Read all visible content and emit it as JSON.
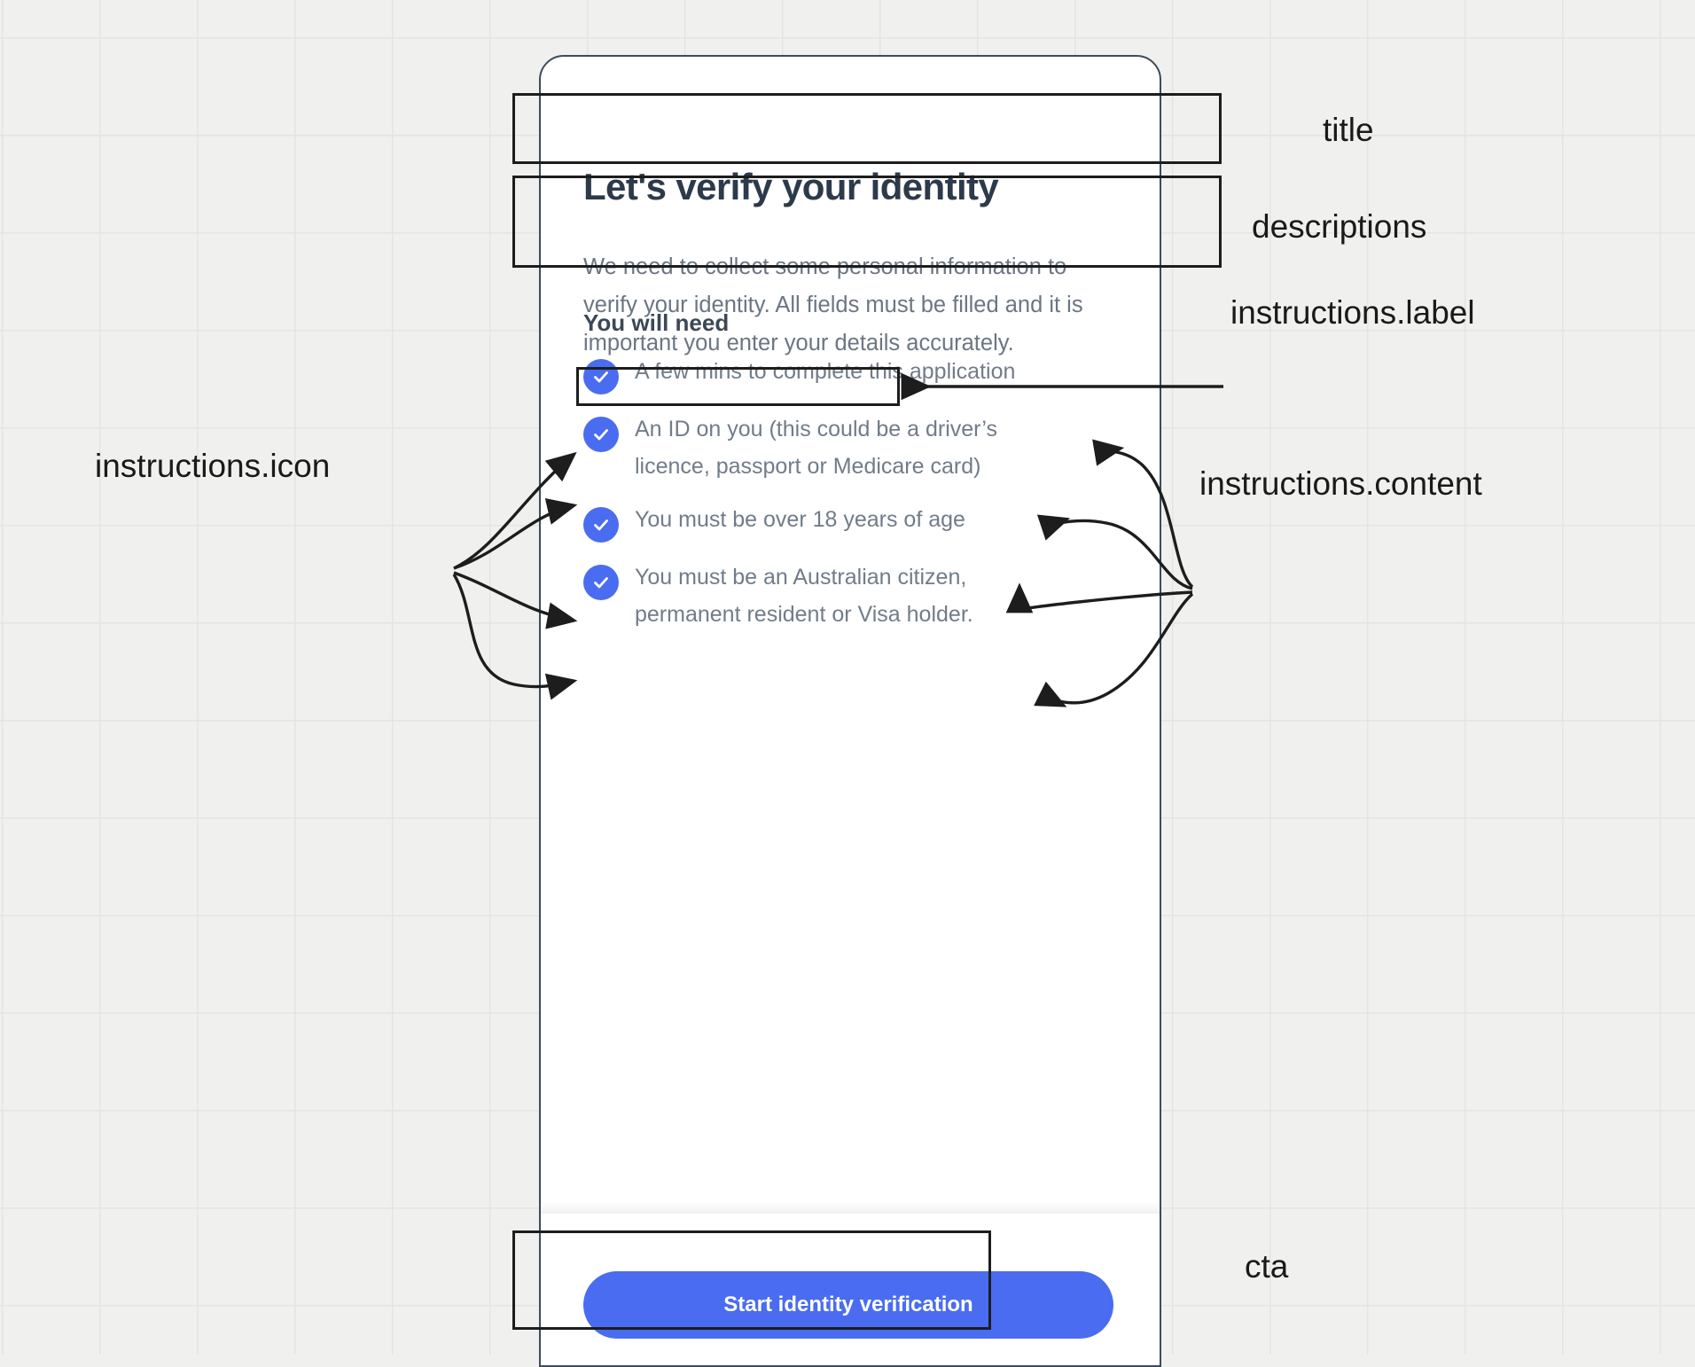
{
  "screen": {
    "title": "Let's verify your identity",
    "description": "We need to collect some personal information to verify your identity. All fields must be filled and it is important you enter your details accurately.",
    "instructions": {
      "label": "You will need",
      "icon_name": "check-circle-icon",
      "items": [
        {
          "icon": "check-circle-icon",
          "content": "A few mins to complete this application"
        },
        {
          "icon": "check-circle-icon",
          "content": "An ID on you (this could be a driver’s licence, passport or Medicare card)"
        },
        {
          "icon": "check-circle-icon",
          "content": "You must be over 18 years of age"
        },
        {
          "icon": "check-circle-icon",
          "content": "You must be an Australian citizen, permanent resident or Visa holder."
        }
      ]
    },
    "cta": {
      "label": "Start identity verification"
    }
  },
  "annotations": [
    {
      "id": "title",
      "label": "title"
    },
    {
      "id": "descriptions",
      "label": "descriptions"
    },
    {
      "id": "instructions-label",
      "label": "instructions.label"
    },
    {
      "id": "instructions-icon",
      "label": "instructions.icon"
    },
    {
      "id": "instructions-content",
      "label": "instructions.content"
    },
    {
      "id": "cta",
      "label": "cta"
    }
  ],
  "colors": {
    "accent": "#4a6cf0",
    "title_text": "#2c3a4b",
    "body_text": "#6b7683",
    "canvas_background": "#f0f0ef",
    "grid_line": "#e4e4e2",
    "annotation_stroke": "#1d1d1d",
    "phone_border": "#3d4b5c"
  }
}
